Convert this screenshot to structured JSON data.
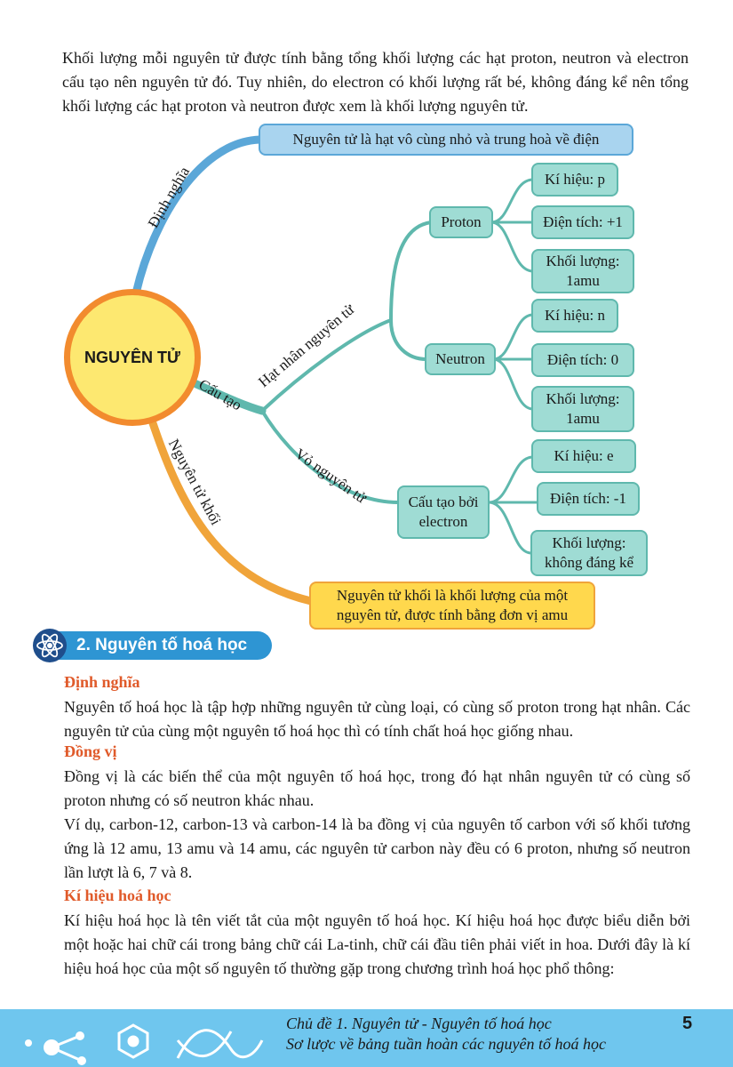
{
  "intro": "Khối lượng mỗi nguyên tử được tính bằng tổng khối lượng các hạt proton, neutron và electron cấu tạo nên nguyên tử đó. Tuy nhiên, do electron có khối lượng rất bé, không đáng kể nên tổng khối lượng các hạt proton và neutron được xem là khối lượng nguyên tử.",
  "mindmap": {
    "center": "NGUYÊN TỬ",
    "branch_definition": "Định nghĩa",
    "definition": "Nguyên tử là hạt vô cùng nhỏ và trung hoà về điện",
    "branch_structure": "Cấu tạo",
    "branch_nucleus": "Hạt nhân nguyên tử",
    "branch_shell": "Vỏ nguyên tử",
    "proton": "Proton",
    "proton_symbol": "Kí hiệu: p",
    "proton_charge": "Điện tích: +1",
    "proton_mass_1": "Khối lượng:",
    "proton_mass_2": "1amu",
    "neutron": "Neutron",
    "neutron_symbol": "Kí hiệu: n",
    "neutron_charge": "Điện tích: 0",
    "neutron_mass_1": "Khối lượng:",
    "neutron_mass_2": "1amu",
    "electron_1": "Cấu tạo bởi",
    "electron_2": "electron",
    "electron_symbol": "Kí hiệu: e",
    "electron_charge": "Điện tích: -1",
    "electron_mass_1": "Khối lượng:",
    "electron_mass_2": "không đáng kể",
    "branch_atomic_mass": "Nguyên tử khối",
    "atomic_mass_1": "Nguyên tử khối là khối lượng của một",
    "atomic_mass_2": "nguyên tử, được tính bằng đơn vị amu"
  },
  "section": {
    "title": "2. Nguyên tố hoá học",
    "def_head": "Định nghĩa",
    "def_text": "Nguyên tố hoá học là tập hợp những nguyên tử cùng loại, có cùng số proton trong hạt nhân. Các nguyên tử của cùng một nguyên tố hoá học thì có tính chất hoá học giống nhau.",
    "iso_head": "Đồng vị",
    "iso_text_1": "Đồng vị là các biến thể của một nguyên tố hoá học, trong đó hạt nhân nguyên tử có cùng số proton nhưng có số neutron khác nhau.",
    "iso_text_2": "Ví dụ, carbon-12, carbon-13 và carbon-14 là ba đồng vị của nguyên tố carbon với số khối tương ứng là 12 amu, 13 amu và 14 amu, các nguyên tử carbon này đều có 6 proton, nhưng số neutron lần lượt là 6, 7 và 8.",
    "sym_head": "Kí hiệu hoá học",
    "sym_text": "Kí hiệu hoá học là tên viết tắt của một nguyên tố hoá học. Kí hiệu hoá học được biểu diễn bởi một hoặc hai chữ cái trong bảng chữ cái La-tinh, chữ cái đầu tiên phải viết in hoa. Dưới đây là kí hiệu hoá học của một số nguyên tố thường gặp trong chương trình hoá học phổ thông:"
  },
  "footer": {
    "line1": "Chủ đề 1. Nguyên tử - Nguyên tố hoá học",
    "line2": "Sơ lược về bảng tuần hoàn các nguyên tố hoá học",
    "page": "5"
  },
  "colors": {
    "teal": "#9fdcd4",
    "blue": "#a9d4ef",
    "orange": "#ffd84d",
    "heading": "#e05a2a",
    "footer": "#6fc6ee"
  }
}
